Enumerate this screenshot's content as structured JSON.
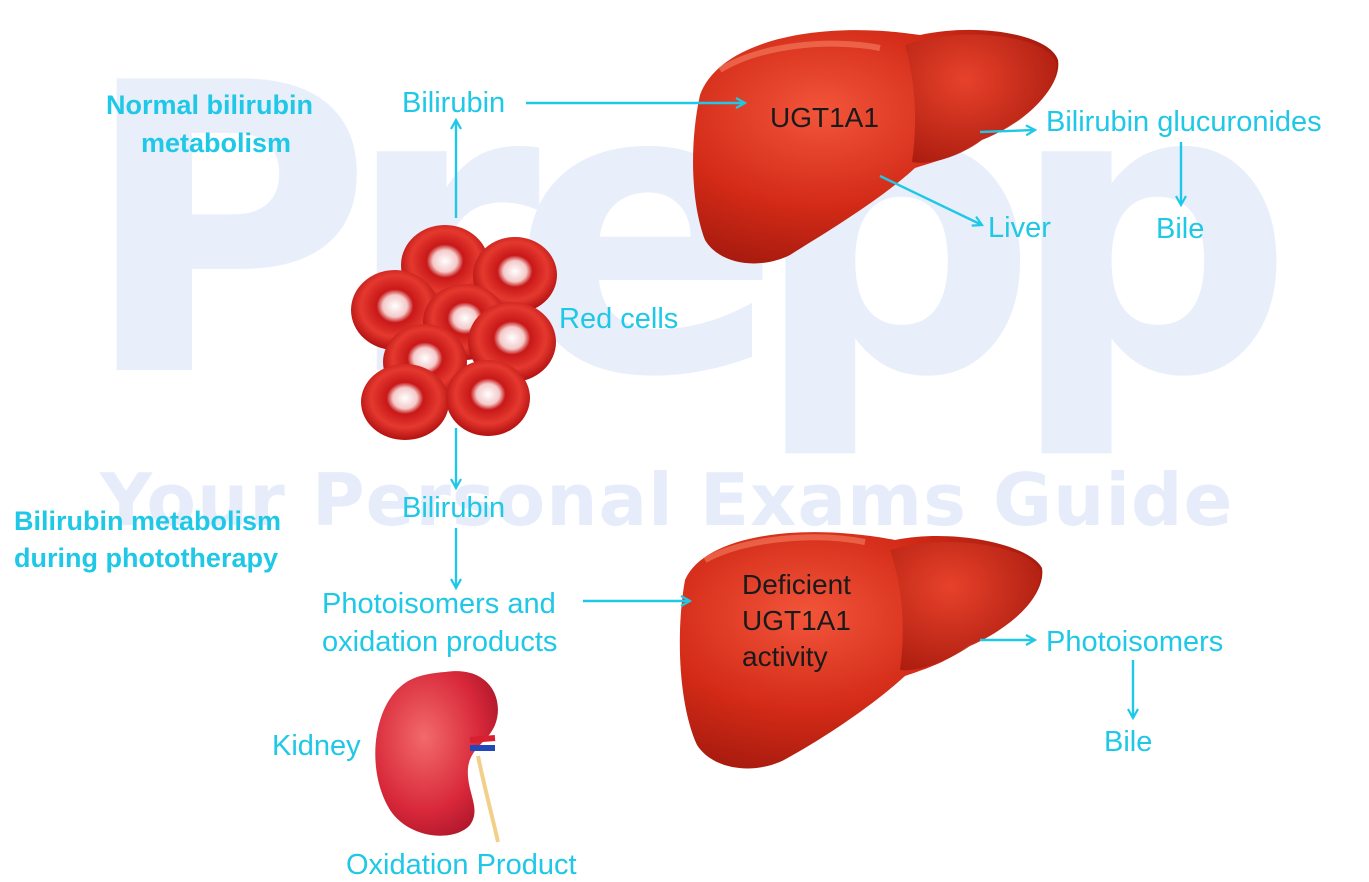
{
  "colors": {
    "arrow": "#1ec8e6",
    "label": "#1ec8e6",
    "organ_red": "#d32a18",
    "watermark": "#e6ecfa"
  },
  "watermark": {
    "logo": "Prepp",
    "tagline": "Your Personal Exams Guide"
  },
  "normal": {
    "heading_line1": "Normal bilirubin",
    "heading_line2": "metabolism",
    "bilirubin": "Bilirubin",
    "enzyme": "UGT1A1",
    "glucuronides": "Bilirubin glucuronides",
    "liver": "Liver",
    "bile": "Bile"
  },
  "red_cells": "Red cells",
  "phototherapy": {
    "heading_line1": "Bilirubin metabolism",
    "heading_line2": "during phototherapy",
    "bilirubin": "Bilirubin",
    "products_line1": "Photoisomers and",
    "products_line2": "oxidation products",
    "deficient_line1": "Deficient",
    "deficient_line2": "UGT1A1",
    "deficient_line3": "activity",
    "photoisomers": "Photoisomers",
    "bile": "Bile",
    "kidney": "Kidney",
    "oxidation_product": "Oxidation Product"
  }
}
